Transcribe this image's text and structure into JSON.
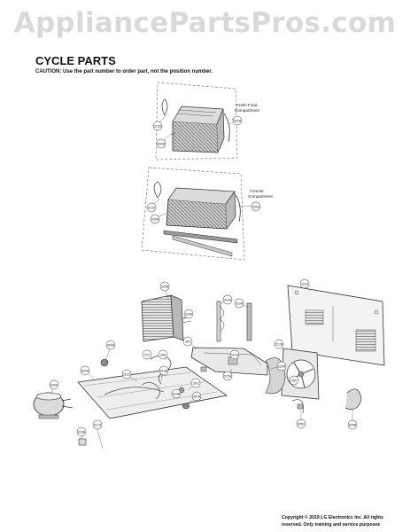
{
  "header": {
    "watermark": "AppliancePartsPros.com",
    "title": "CYCLE PARTS",
    "caution": "CAUTION: Use the part number to order part, not the position number."
  },
  "diagram": {
    "fresh_food_label_line1": "Fresh Food",
    "fresh_food_label_line2": "Compartment",
    "freezer_label_line1": "Freezer",
    "freezer_label_line2": "Compartment",
    "callouts": {
      "c313d": "313D",
      "c330b": "330B",
      "c313c": "313C",
      "c330a": "330A",
      "c301a": "301A",
      "c301b": "301B",
      "c311a": "311A",
      "c316a": "316A",
      "c320b": "320B",
      "c318a": "318A",
      "c319a": "319A",
      "c312b": "312B",
      "c309": "309",
      "c314a": "314A",
      "c315a": "315A",
      "c300a": "300A",
      "c500a": "500A",
      "c304a": "304A",
      "c316b": "316B",
      "c310": "310",
      "c308": "308",
      "c306c": "306C",
      "c314b": "314B",
      "c319b": "319B",
      "c303": "303",
      "c302a": "302A",
      "c312c": "312C",
      "c317a": "317A",
      "c315b": "315B",
      "c320a": "320A",
      "c305": "305"
    }
  },
  "footer": {
    "copyright_line1": "Copyright © 2019 LG Electronics Inc. All rights",
    "copyright_line2": "reserved. Only training and service purposes"
  }
}
